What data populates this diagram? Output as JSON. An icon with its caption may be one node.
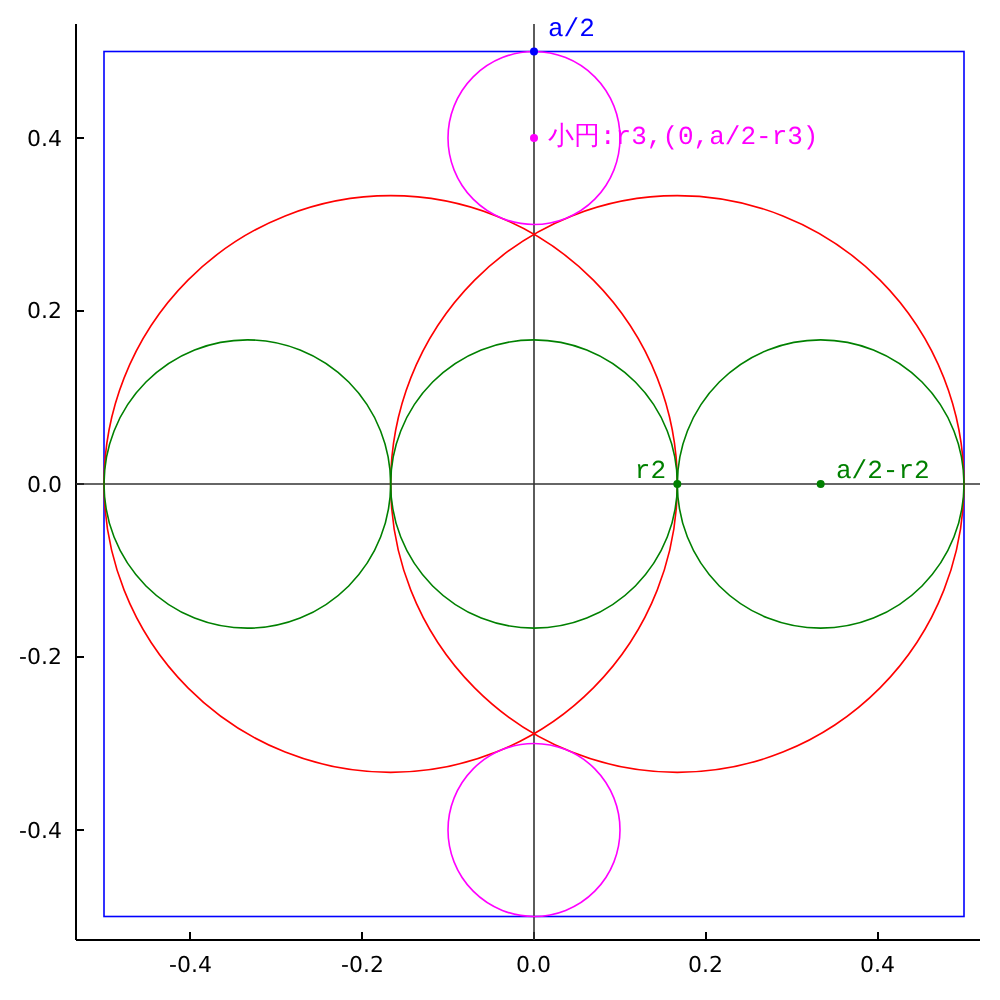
{
  "diagram": {
    "labels": [
      "a/2",
      "小円:r3,(0,a/2-r3)",
      "r2",
      "a/2-r2",
      "-0.4",
      "-0.2",
      "0.0",
      "0.2",
      "0.4",
      "0.4",
      "0.2",
      "0.0",
      "-0.2",
      "-0.4"
    ]
  }
}
